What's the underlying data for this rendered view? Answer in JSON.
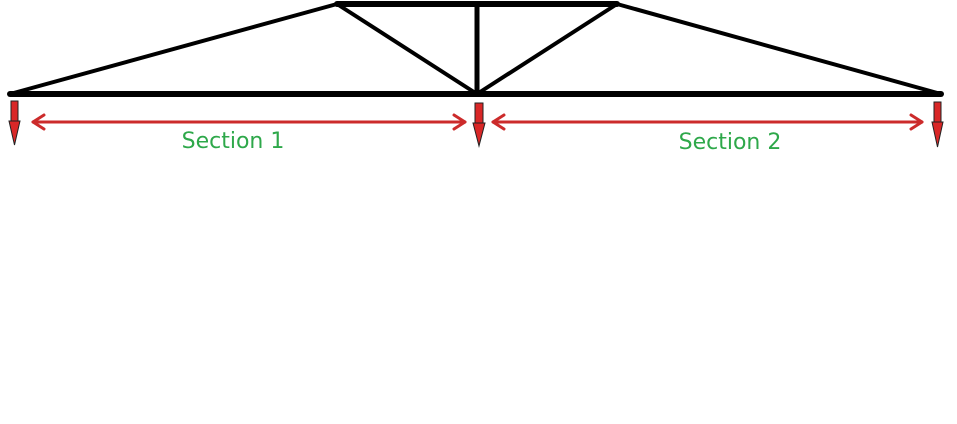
{
  "diagram": {
    "sections": [
      {
        "label": "Section 1"
      },
      {
        "label": "Section 2"
      }
    ],
    "support_count": 3
  },
  "colors": {
    "truss": "#000000",
    "arrow": "#cc2b2b",
    "support_fill": "#d92727",
    "support_outline": "#222222",
    "label": "#2ea84a",
    "background": "#ffffff"
  }
}
